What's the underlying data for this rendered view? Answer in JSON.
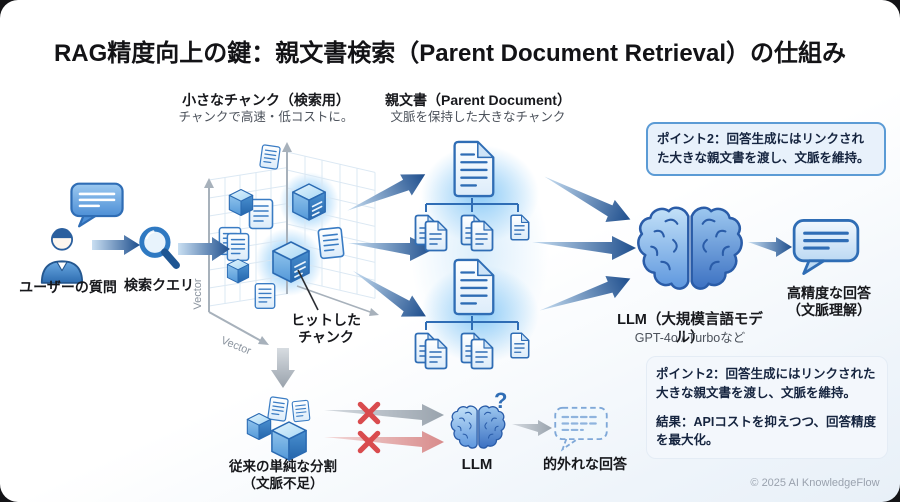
{
  "title": "RAG精度向上の鍵：親文書検索（Parent Document Retrieval）の仕組み",
  "sections": {
    "small_chunks": {
      "title": "小さなチャンク（検索用）",
      "subtitle": "チャンクで高速・低コストに。"
    },
    "parent_docs": {
      "title": "親文書（Parent Document）",
      "subtitle": "文脈を保持した大きなチャンク"
    }
  },
  "nodes": {
    "user": {
      "label": "ユーザーの質問"
    },
    "query": {
      "label": "検索クエリ"
    },
    "hit_chunk": {
      "line1": "ヒットした",
      "line2": "チャンク"
    },
    "llm": {
      "label": "LLM（大規模言語モデル）",
      "sublabel": "GPT-4o / Turboなど"
    },
    "answer": {
      "line1": "高精度な回答",
      "line2": "（文脈理解）"
    },
    "legacy_split": {
      "line1": "従来の単純な分割",
      "line2": "（文脈不足）"
    },
    "legacy_llm": {
      "label": "LLM",
      "question_mark": "?"
    },
    "bad_answer": {
      "label": "的外れな回答"
    }
  },
  "axes": {
    "vertical": "Vector",
    "horizontal": "Vector"
  },
  "callouts": {
    "top": {
      "text": "ポイント2：回答生成にはリンクされた大きな親文書を渡し、文脈を維持。"
    },
    "bottom": {
      "point": "ポイント2：回答生成にはリンクされた大きな親文書を渡し、文脈を維持。",
      "result": "結果：APIコストを抑えつつ、回答精度を最大化。"
    }
  },
  "footer": {
    "copyright": "© 2025 AI KnowledgeFlow"
  },
  "icons": {
    "user": "person",
    "query": "magnifier",
    "chunk": "cube",
    "document": "file-with-folded-corner",
    "llm": "brain",
    "answer": "speech-bubble",
    "error": "cross-x",
    "flow": "arrow"
  },
  "colors": {
    "accent_blue": "#2f6db5",
    "arrow_dark_blue": "#1e4e8d",
    "callout_border": "#5b9bd5",
    "callout_bg": "#e8f1fb",
    "error_red": "#d94b4e",
    "glow_blue": "#7dc4f6",
    "axis_gray": "#a7b1bb"
  }
}
